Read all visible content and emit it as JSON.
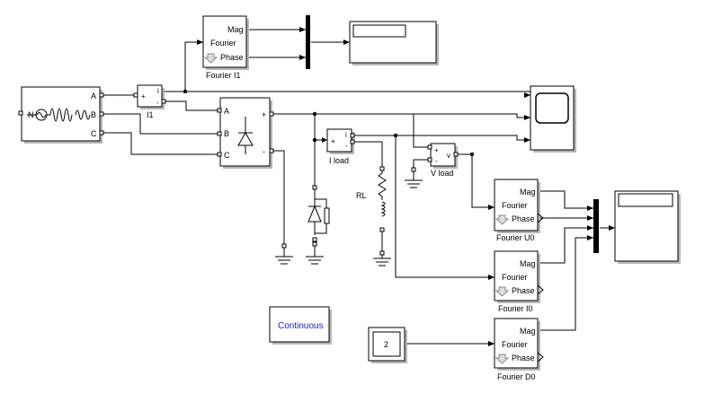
{
  "blocks": {
    "fourier_i1": {
      "out1": "Mag",
      "mid": "Fourier",
      "out2": "Phase",
      "caption": "Fourier I1"
    },
    "fourier_u0": {
      "out1": "Mag",
      "mid": "Fourier",
      "out2": "Phase",
      "caption": "Fourier U0"
    },
    "fourier_i0": {
      "out1": "Mag",
      "mid": "Fourier",
      "out2": "Phase",
      "caption": "Fourier I0"
    },
    "fourier_d0": {
      "out1": "Mag",
      "mid": "Fourier",
      "out2": "Phase",
      "caption": "Fourier D0"
    },
    "source": {
      "port_a": "A",
      "port_b": "B",
      "port_c": "C",
      "neutral": "N"
    },
    "i1_meter": {
      "plus": "+",
      "minus": "-",
      "out": "i",
      "caption": "I1"
    },
    "rectifier": {
      "in_a": "A",
      "in_b": "B",
      "in_c": "C",
      "plus": "+",
      "minus": "-"
    },
    "iload_meter": {
      "plus": "+",
      "minus": "-",
      "out": "i",
      "caption": "I load"
    },
    "vload_meter": {
      "plus": "+",
      "minus": "-",
      "out": "v",
      "caption": "V load"
    },
    "rl_load": {
      "caption": "RL"
    },
    "powergui": {
      "label": "Continuous"
    },
    "constant": {
      "value": "2"
    }
  }
}
